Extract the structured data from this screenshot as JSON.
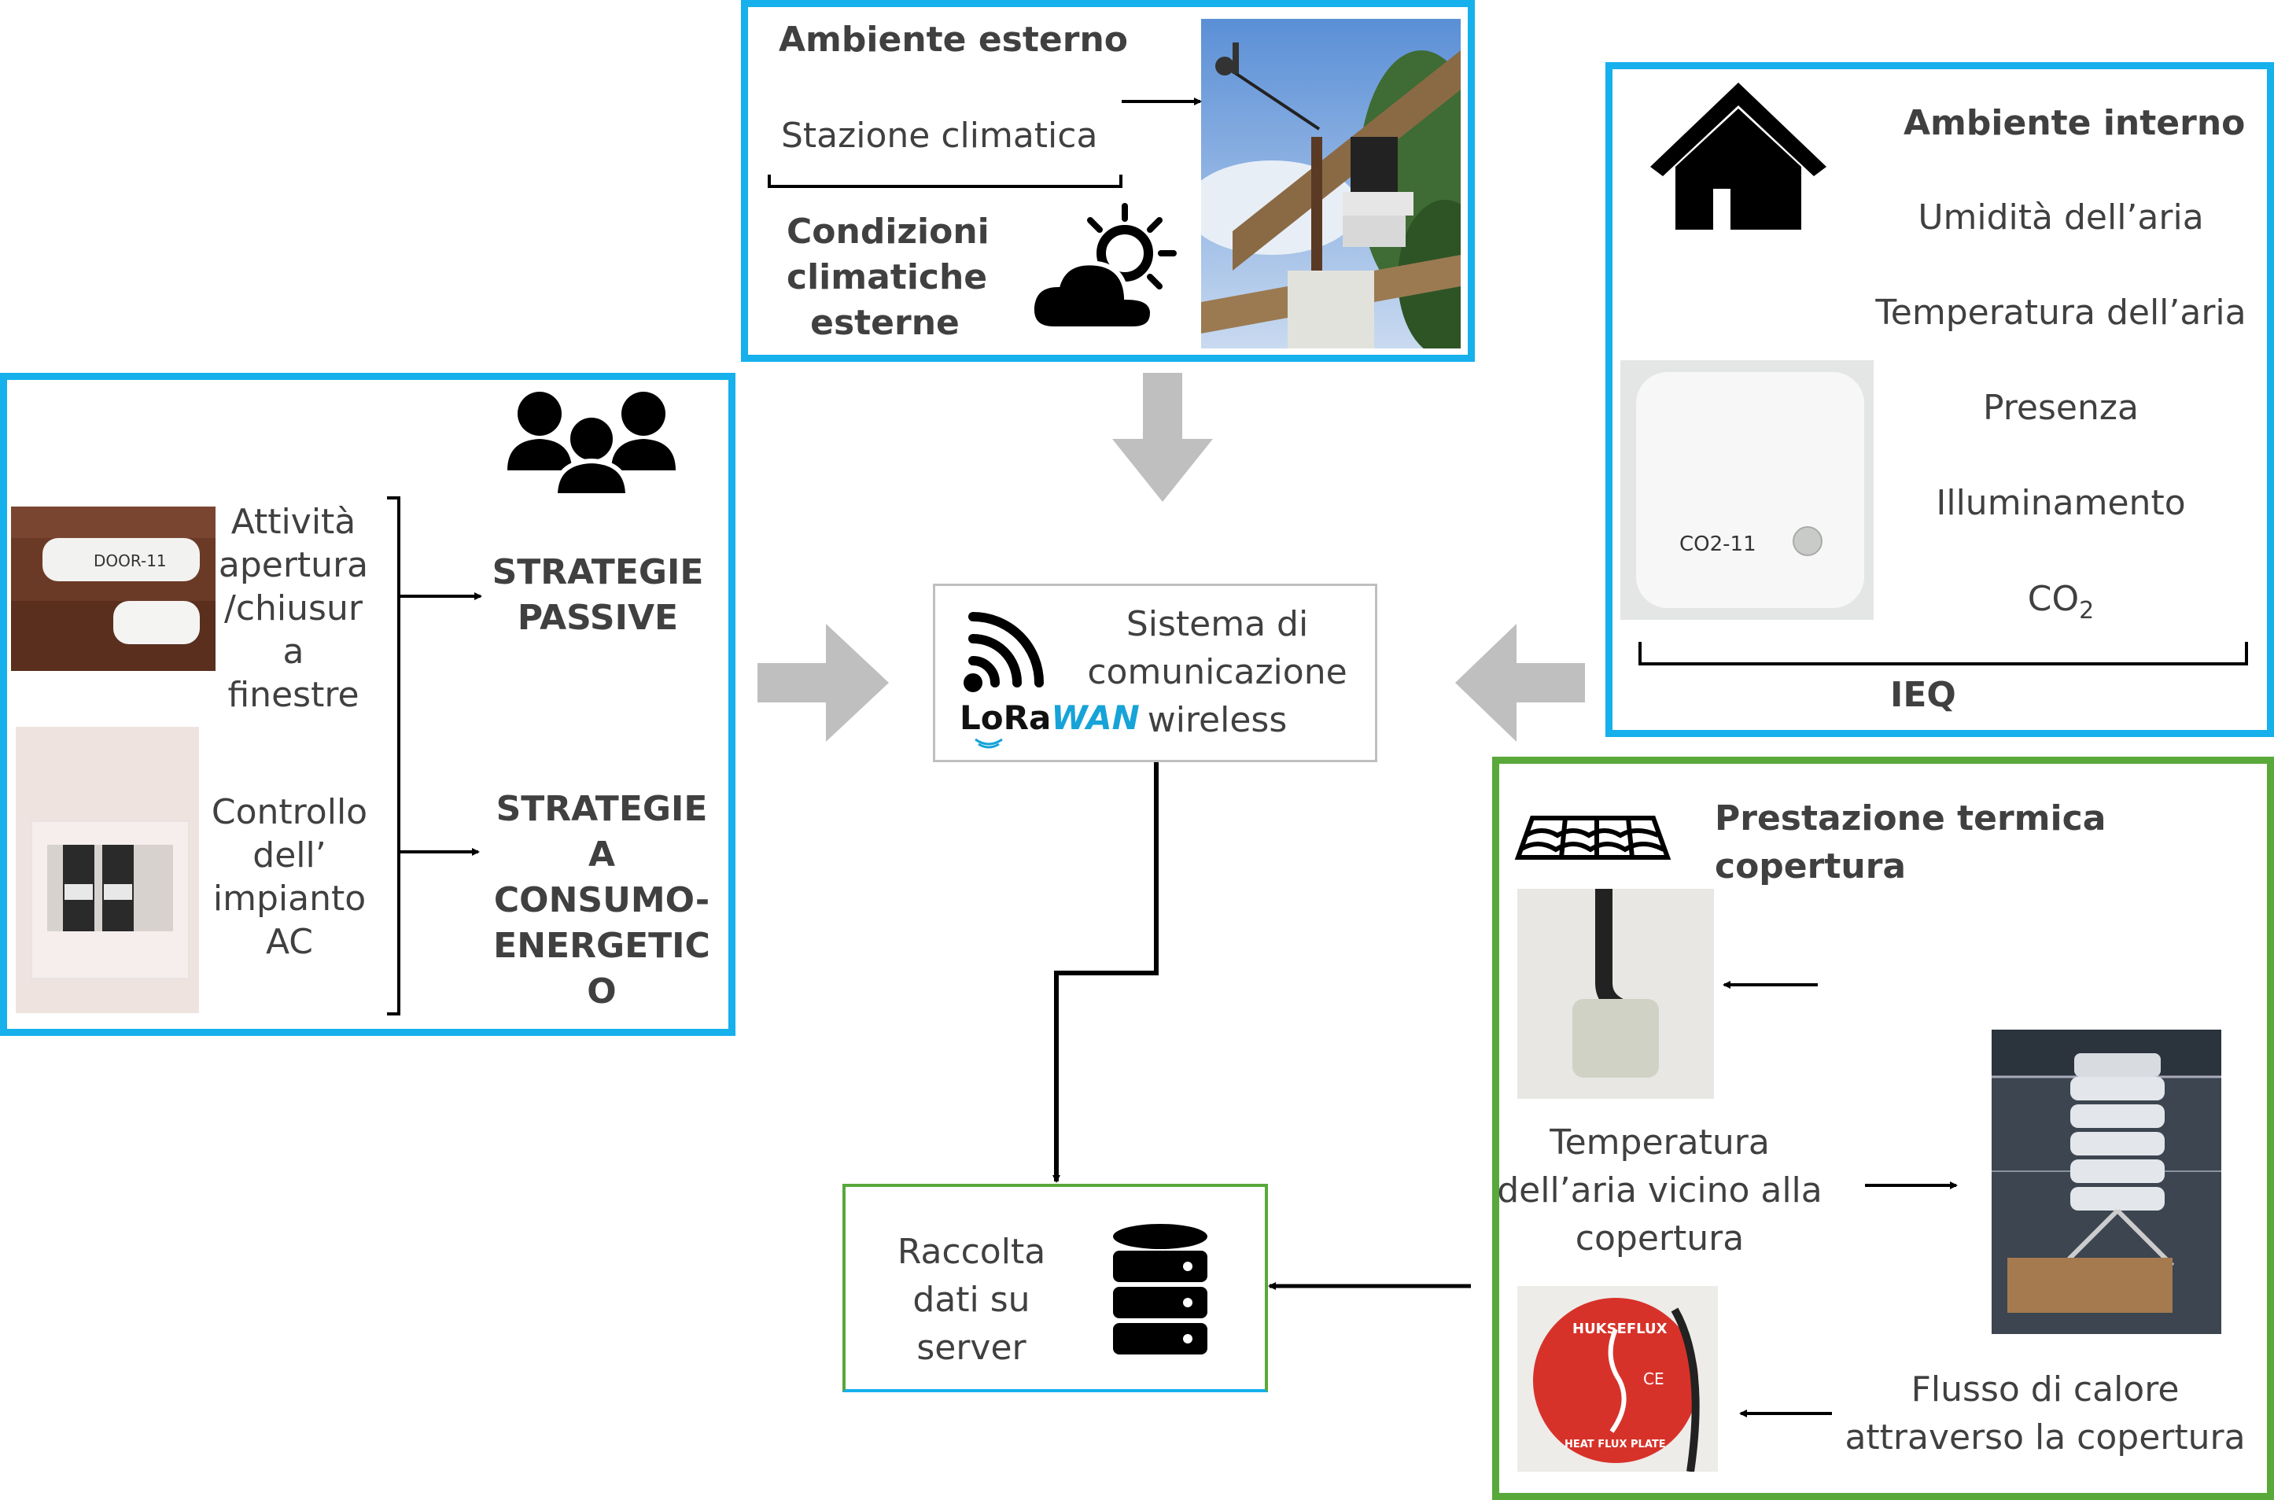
{
  "external": {
    "title": "Ambiente esterno",
    "station": "Stazione climatica",
    "conditions": "Condizioni\nclimatiche\nesterne"
  },
  "internal": {
    "title": "Ambiente interno",
    "params": [
      "Umidità dell’aria",
      "Temperatura dell’aria",
      "Presenza",
      "Illuminamento"
    ],
    "co2": "CO",
    "co2_sub": "2",
    "device_label": "CO2-11",
    "group_label": "IEQ"
  },
  "occupants": {
    "door_label": "DOOR-11",
    "windows_activity": "Attività\napertura\n/chiusur\na\nfinestre",
    "ac_control": "Controllo\ndell’\nimpianto\nAC",
    "passive": "STRATEGIE\nPASSIVE",
    "energy": "STRATEGIE\nA\nCONSUMO-\nENERGETIC\nO"
  },
  "communication": {
    "label": "Sistema di\ncomunicazione\nwireless",
    "lora_a": "LoRa",
    "lora_b": "WAN"
  },
  "server": {
    "label": "Raccolta\ndati su\nserver"
  },
  "roof": {
    "title": "Prestazione termica\ncopertura",
    "air_temp": "Temperatura\ndell’aria vicino alla\ncopertura",
    "heat_flux": "Flusso di calore\nattraverso la copertura",
    "plate_brand": "HUKSEFLUX",
    "plate_text": "HEAT FLUX PLATE"
  },
  "colors": {
    "blue_frame": "#16b0ec",
    "green_frame": "#58a83a",
    "gray_arrow": "#bfbfbf",
    "text": "#404040"
  }
}
